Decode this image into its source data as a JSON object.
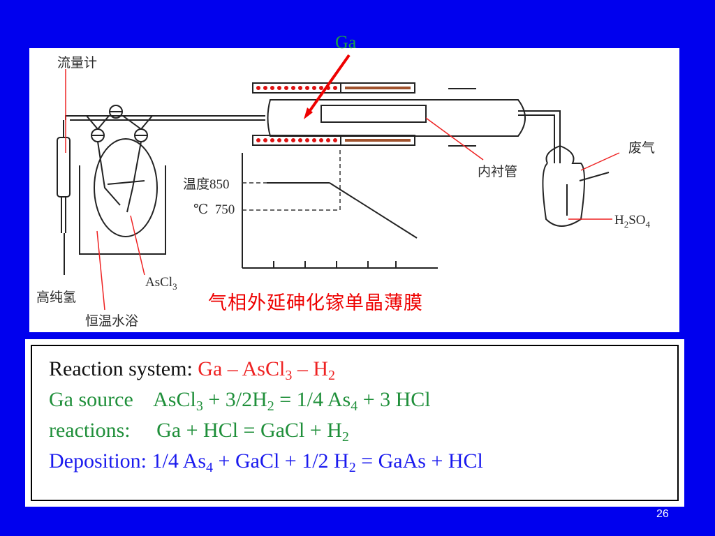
{
  "diagram": {
    "ga_label": "Ga",
    "labels": {
      "flowmeter": "流量计",
      "waste_gas": "废气",
      "liner_tube": "内衬管",
      "temp_label": "温度",
      "t850": "850",
      "celsius": "℃",
      "t750": "750",
      "h2so4_h": "H",
      "h2so4_2": "2",
      "h2so4_so": "SO",
      "h2so4_4": "4",
      "ascl3_as": "AsCl",
      "ascl3_3": "3",
      "high_purity_h2": "高纯氢",
      "thermostat_bath": "恒温水浴"
    },
    "caption": "气相外延砷化镓单晶薄膜"
  },
  "reactions": {
    "line1": {
      "label": "Reaction system:",
      "p1": "Ga – AsCl",
      "s1": "3",
      "p2": " – H",
      "s2": "2"
    },
    "line2": {
      "label": "Ga source",
      "p1": "AsCl",
      "s1": "3",
      "p2": " + 3/2H",
      "s2": "2",
      "p3": " =  1/4 As",
      "s3": "4",
      "p4": " + 3 HCl"
    },
    "line3": {
      "label": "reactions:",
      "p1": "Ga  +  HCl  =  GaCl + H",
      "s1": "2"
    },
    "line4": {
      "label": "Deposition:",
      "p1": "1/4 As",
      "s1": "4",
      "p2": " + GaCl + 1/2 H",
      "s2": "2",
      "p3": " = GaAs + HCl"
    }
  },
  "page_number": "26",
  "colors": {
    "background": "#0000ee",
    "red": "#ee2222",
    "green": "#1f8f3a",
    "blue": "#1a1aee"
  }
}
